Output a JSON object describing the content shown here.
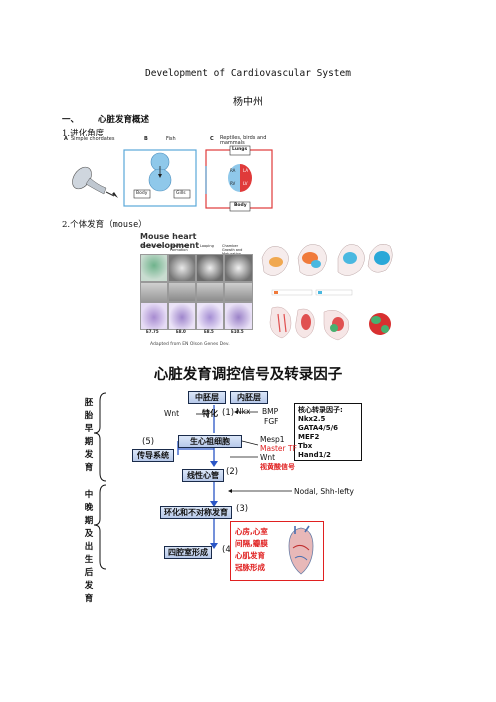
{
  "title": "Development of Cardiovascular System",
  "author": "杨中州",
  "section1": {
    "number": "一、",
    "heading": "心脏发育概述"
  },
  "sub1": "1.进化角度",
  "evo": {
    "a": {
      "letter": "A",
      "label": "Simple chordates"
    },
    "b": {
      "letter": "B",
      "label": "Fish",
      "body": "Body",
      "gills": "Gills"
    },
    "c": {
      "letter": "C",
      "label": "Reptiles, birds and mammals",
      "lungs": "Lungs",
      "body": "Body",
      "ra": "RA",
      "la": "LA",
      "rv": "RV",
      "lv": "LV"
    }
  },
  "sub2_prefix": "2.个体发育（",
  "sub2_word": "mouse",
  "sub2_suffix": "）",
  "mouse": {
    "title": "Mouse heart development",
    "stages": [
      "Specification",
      "Heart Tube Formation",
      "Looping",
      "Chamber Growth and Maturation"
    ],
    "days": [
      "E7.75",
      "E8.0",
      "E8.5",
      "E10.5"
    ],
    "credit": "Adapted from EN Olson Genes Dev."
  },
  "diagram": {
    "title": "心脏发育调控信号及转录因子",
    "mesoderm": "中胚层",
    "endoderm": "内胚层",
    "specification": "特化",
    "n1": "(1)",
    "n2": "(2)",
    "n3": "(3)",
    "n4": "(4)",
    "n5": "(5)",
    "wnt": "Wnt",
    "nkx": "Nkx",
    "bmp": "BMP",
    "fgf": "FGF",
    "progenitor": "生心祖细胞",
    "conduction": "传导系统",
    "mesp1": "Mesp1",
    "master_tf": "Master TF",
    "wnt2": "Wnt",
    "retinoic": "视黄酸信号",
    "linear_tube": "线性心管",
    "nodal": "Nodal, Shh-lefty",
    "looping": "环化和不对称发育",
    "four_chamber": "四腔室形成",
    "four_chamber_note": [
      "心房,心室",
      "间隔,瓣膜",
      "心肌发育",
      "冠脉形成"
    ],
    "tf_title": "核心转录因子:",
    "tfs": [
      "Nkx2.5",
      "GATA4/5/6",
      "MEF2",
      "Tbx",
      "Hand1/2"
    ],
    "early": "胚胎早期发育",
    "late": "中晚期及出生后发育"
  }
}
